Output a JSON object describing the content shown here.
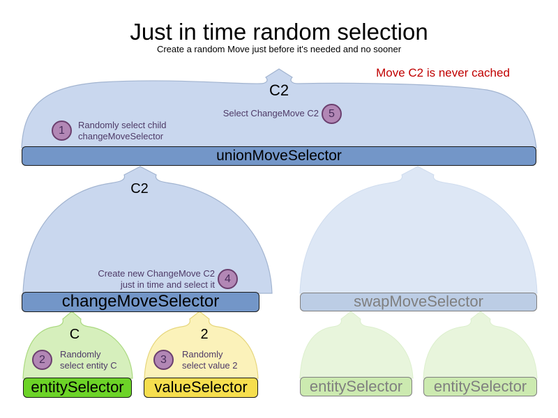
{
  "title": "Just in time random selection",
  "subtitle": "Create a random Move just before it's needed and no sooner",
  "note": "Move C2 is never cached",
  "move_labels": {
    "union_output": "C2",
    "change_output": "C2",
    "entity_output": "C",
    "value_output": "2"
  },
  "selectors": {
    "union": "unionMoveSelector",
    "change": "changeMoveSelector",
    "swap": "swapMoveSelector",
    "entity": "entitySelector",
    "value": "valueSelector",
    "entity_faded_left": "entitySelector",
    "entity_faded_right": "entitySelector"
  },
  "steps": {
    "s1": {
      "num": "1",
      "line1": "Randomly select child",
      "line2": "changeMoveSelector"
    },
    "s2": {
      "num": "2",
      "line1": "Randomly",
      "line2": "select entity C"
    },
    "s3": {
      "num": "3",
      "line1": "Randomly",
      "line2": "select value 2"
    },
    "s4": {
      "num": "4",
      "line1": "Create new ChangeMove C2",
      "line2": "just in time and select it"
    },
    "s5": {
      "num": "5",
      "line1": "Select ChangeMove C2",
      "line2": ""
    }
  },
  "colors": {
    "note": "#c00000",
    "annotation": "#4e3a67",
    "step-fill": "#b287b5",
    "step-border": "#6b3f6e",
    "step-num": "#472c5a",
    "blue-bar": "#7396c8",
    "blue-mound": "#c9d7ee",
    "blue-mound-border": "#a2b4d0",
    "faded-blue-bar": "#bccde5",
    "faded-blue-mound": "#dde7f5",
    "green-bar": "#6cd327",
    "green-mound": "#d6efbc",
    "green-mound-border": "#abd981",
    "yellow-bar": "#f6de4e",
    "yellow-mound": "#fbf2ba",
    "yellow-mound-border": "#e6d67c",
    "faded-green-bar": "#cceab0",
    "faded-green-mound": "#e8f5dc",
    "faded-text": "#7f7f7f",
    "bar-border": "#1a1a1a"
  }
}
